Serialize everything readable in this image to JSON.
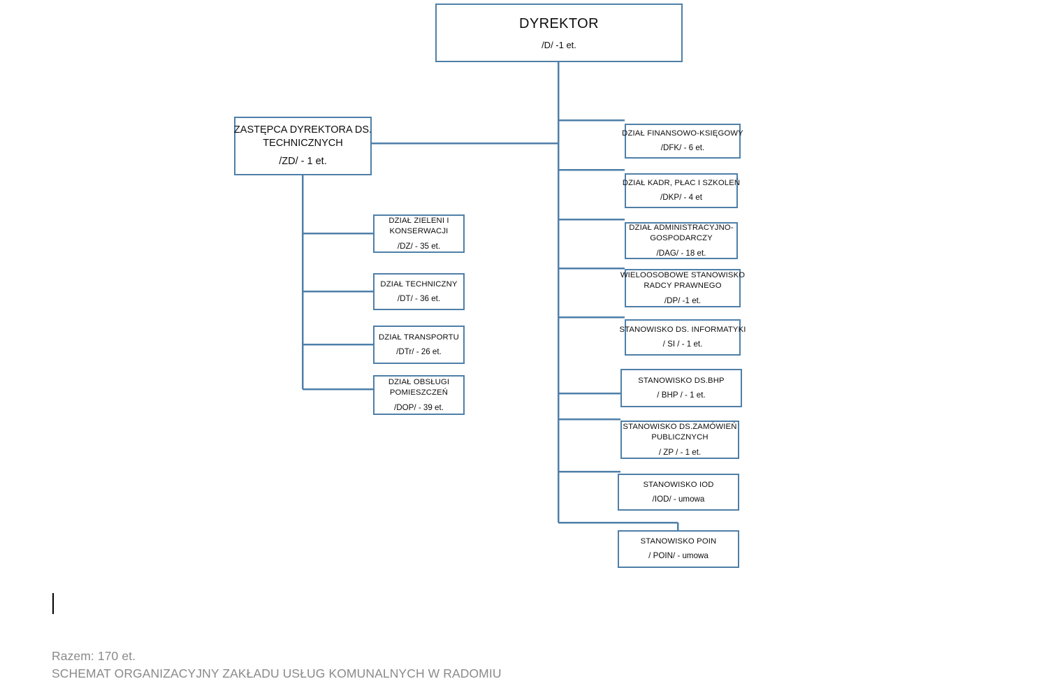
{
  "diagram": {
    "type": "organizational-chart",
    "line_color": "#4E7FA8",
    "border_color": "#4E7FA8",
    "text_color": "#0d0d0d",
    "caption_color": "#8a8a8a",
    "root": {
      "title": "DYREKTOR",
      "code": "/D/ -1 et."
    },
    "deputy": {
      "title_line1": "ZASTĘPCA DYREKTORA DS.",
      "title_line2": "TECHNICZNYCH",
      "code": "/ZD/ - 1 et."
    },
    "left_units": [
      {
        "title_line1": "DZIAŁ ZIELENI I",
        "title_line2": "KONSERWACJI",
        "code": "/DZ/ - 35 et."
      },
      {
        "title_line1": "DZIAŁ TECHNICZNY",
        "title_line2": "",
        "code": "/DT/ - 36 et."
      },
      {
        "title_line1": "DZIAŁ TRANSPORTU",
        "title_line2": "",
        "code": "/DTr/  - 26 et."
      },
      {
        "title_line1": "DZIAŁ OBSŁUGI",
        "title_line2": "POMIESZCZEŃ",
        "code": "/DOP/ - 39 et."
      }
    ],
    "right_units": [
      {
        "title_line1": "DZIAŁ FINANSOWO-KSIĘGOWY",
        "title_line2": "",
        "code": "/DFK/ - 6 et."
      },
      {
        "title_line1": "DZIAŁ  KADR, PŁAC I SZKOLEŃ",
        "title_line2": "",
        "code": "/DKP/ - 4 et"
      },
      {
        "title_line1": "DZIAŁ  ADMINISTRACYJNO-",
        "title_line2": "GOSPODARCZY",
        "code": "/DAG/ - 18 et."
      },
      {
        "title_line1": "WIELOOSOBOWE STANOWISKO",
        "title_line2": "RADCY PRAWNEGO",
        "code": "/DP/ -1 et."
      },
      {
        "title_line1": "STANOWISKO DS. INFORMATYKI",
        "title_line2": "",
        "code": "/ SI / - 1 et."
      },
      {
        "title_line1": "STANOWISKO DS.BHP",
        "title_line2": "",
        "code": "/  BHP / - 1 et."
      },
      {
        "title_line1": "STANOWISKO DS.ZAMÓWIEŃ",
        "title_line2": "PUBLICZNYCH",
        "code": "/ ZP / - 1 et."
      },
      {
        "title_line1": "STANOWISKO IOD",
        "title_line2": "",
        "code": "/IOD/ - umowa"
      },
      {
        "title_line1": "STANOWISKO POIN",
        "title_line2": "",
        "code": "/ POIN/ -  umowa"
      }
    ]
  },
  "footer": {
    "total": "Razem: 170 et.",
    "title": "SCHEMAT ORGANIZACYJNY ZAKŁADU USŁUG KOMUNALNYCH W RADOMIU"
  }
}
